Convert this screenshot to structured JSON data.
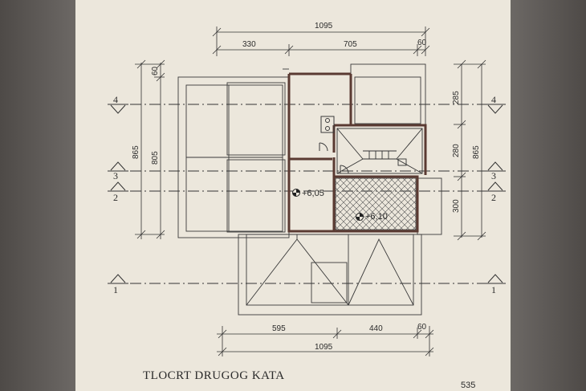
{
  "drawing": {
    "title": "TLOCRT DRUGOG KATA",
    "page_number": "535",
    "dimensions": {
      "top_total": "1095",
      "top_segments": [
        "330",
        "705",
        "60"
      ],
      "bottom_total": "1095",
      "bottom_segments": [
        "595",
        "440",
        "60"
      ],
      "left_outer": "865",
      "left_inner": "805",
      "left_top": "60",
      "right_outer": "865",
      "right_segments": [
        "285",
        "280",
        "300"
      ]
    },
    "axes": {
      "labels": [
        "4",
        "3",
        "2",
        "1"
      ]
    },
    "levels": {
      "left": "+6,05",
      "right": "+6,10"
    }
  }
}
